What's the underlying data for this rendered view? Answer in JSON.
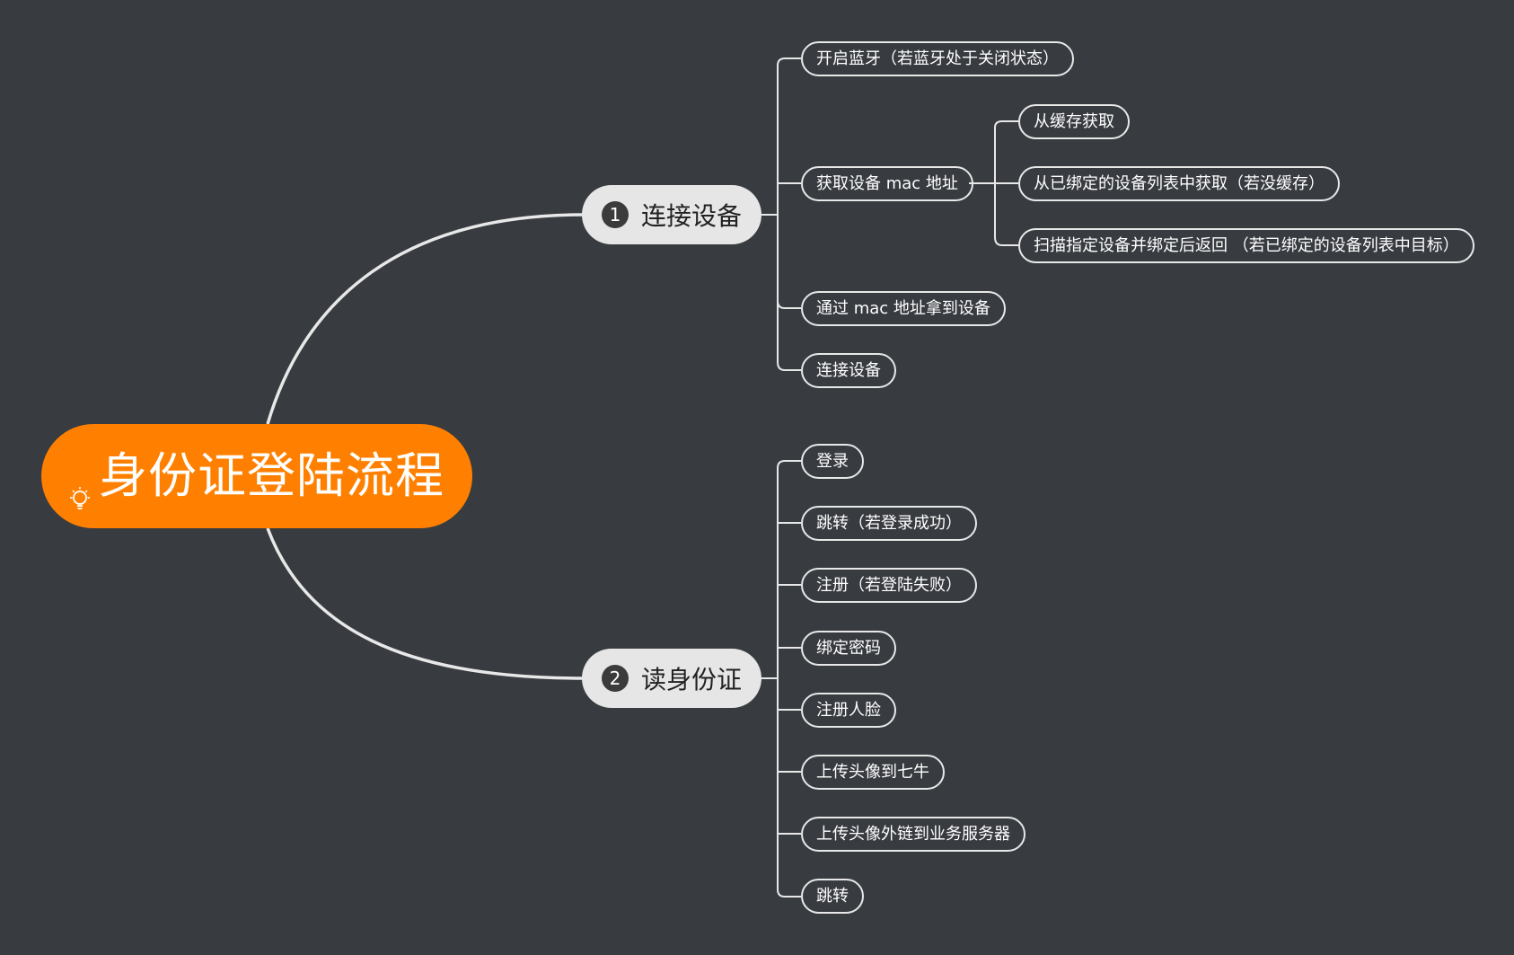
{
  "root": {
    "title": "身份证登陆流程",
    "icon": "lightbulb-icon",
    "color": "#ff8000"
  },
  "branches": [
    {
      "number": "1",
      "label": "连接设备",
      "children": [
        {
          "label": "开启蓝牙（若蓝牙处于关闭状态）"
        },
        {
          "label": "获取设备 mac 地址",
          "children": [
            {
              "label": "从缓存获取"
            },
            {
              "label": "从已绑定的设备列表中获取（若没缓存）"
            },
            {
              "label": "扫描指定设备并绑定后返回 （若已绑定的设备列表中目标）"
            }
          ]
        },
        {
          "label": "通过 mac 地址拿到设备"
        },
        {
          "label": "连接设备"
        }
      ]
    },
    {
      "number": "2",
      "label": "读身份证",
      "children": [
        {
          "label": "登录"
        },
        {
          "label": "跳转（若登录成功）"
        },
        {
          "label": "注册（若登陆失败）"
        },
        {
          "label": "绑定密码"
        },
        {
          "label": "注册人脸"
        },
        {
          "label": "上传头像到七牛"
        },
        {
          "label": "上传头像外链到业务服务器"
        },
        {
          "label": "跳转"
        }
      ]
    }
  ],
  "colors": {
    "background": "#383b40",
    "root": "#ff8000",
    "branch": "#e6e6e6",
    "line": "#e8e8e8"
  }
}
